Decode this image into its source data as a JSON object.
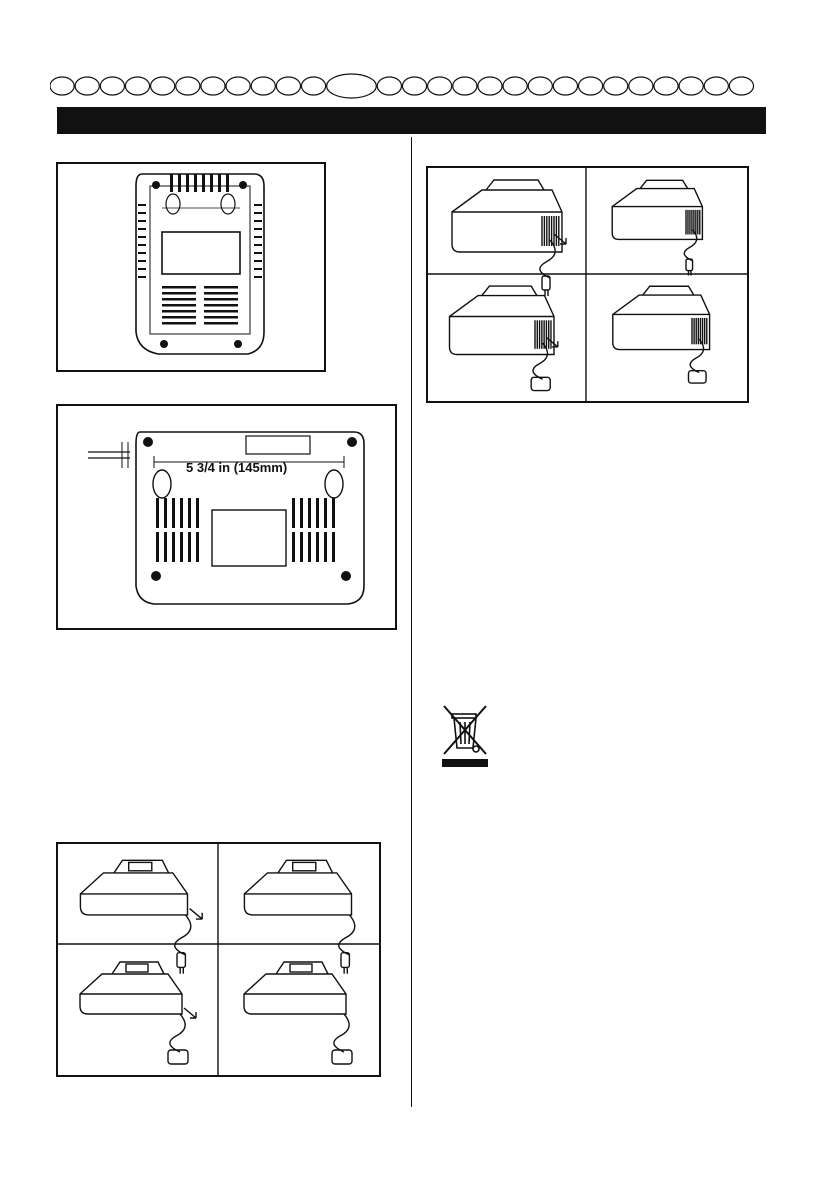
{
  "page": {
    "language_selector": {
      "count": 27,
      "selected_index": 11
    },
    "figures": {
      "wall_mount_dimension_label": "5 3/4 in (145mm)",
      "weee_icon": "crossed-out-wheelie-bin-icon"
    },
    "colors": {
      "ink": "#111111",
      "paper": "#ffffff"
    }
  }
}
